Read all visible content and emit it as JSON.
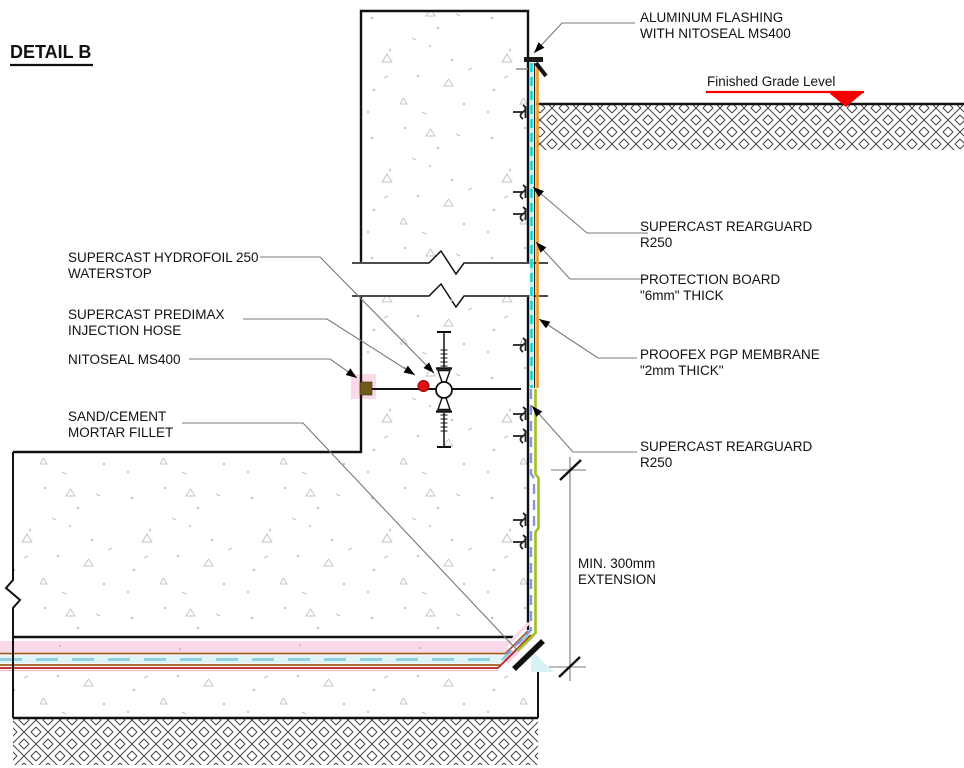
{
  "title": {
    "text": "DETAIL B"
  },
  "labels": {
    "aluminum_flashing": {
      "lines": [
        "ALUMINUM FLASHING",
        "WITH NITOSEAL MS400"
      ]
    },
    "finished_grade": {
      "text": "Finished Grade Level"
    },
    "rearguard_upper": {
      "lines": [
        "SUPERCAST REARGUARD",
        "R250"
      ]
    },
    "protection_board": {
      "lines": [
        "PROTECTION BOARD",
        "\"6mm\" THICK"
      ]
    },
    "proofex_membrane": {
      "lines": [
        "PROOFEX PGP MEMBRANE",
        "\"2mm THICK\""
      ]
    },
    "rearguard_lower": {
      "lines": [
        "SUPERCAST REARGUARD",
        "R250"
      ]
    },
    "min_extension": {
      "lines": [
        "MIN. 300mm",
        "EXTENSION"
      ]
    },
    "hydrofoil": {
      "lines": [
        "SUPERCAST HYDROFOIL 250",
        "WATERSTOP"
      ]
    },
    "predimax": {
      "lines": [
        "SUPERCAST PREDIMAX",
        "INJECTION HOSE"
      ]
    },
    "nitoseal": {
      "lines": [
        "NITOSEAL MS400"
      ]
    },
    "mortar_fillet": {
      "lines": [
        "SAND/CEMENT",
        "MORTAR FILLET"
      ]
    }
  },
  "colors": {
    "grade_marker_red": "#f40000",
    "membrane_cyan": "#00d8d8",
    "membrane_cyan_soft": "#8fd0e0",
    "membrane_orange": "#f09a1e",
    "membrane_blue": "#8896dc",
    "membrane_green": "#9cc11f",
    "membrane_pink": "#f9d9e9",
    "membrane_brown": "#a3591c",
    "membrane_red": "#c01d1d",
    "injection_hose_red": "#e01212",
    "sealant_brown": "#6e5a1d"
  }
}
